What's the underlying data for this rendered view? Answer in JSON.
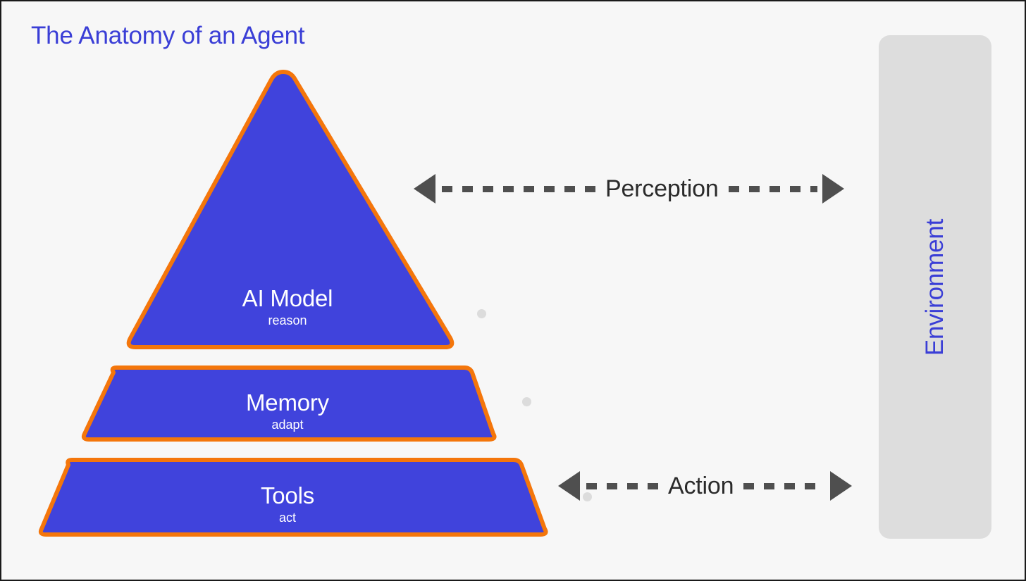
{
  "page": {
    "title": "The Anatomy of an Agent",
    "background_color": "#f7f7f7",
    "border_color": "#1a1a1a"
  },
  "theme": {
    "brand_blue": "#3a3ed6",
    "layer_fill": "#4043dc",
    "layer_stroke": "#f4760b",
    "arrow_gray": "#4f4f4f",
    "panel_gray": "#dddddd",
    "dot_gray": "#dcdcdc",
    "label_text": "#ffffff"
  },
  "pyramid": {
    "layers": [
      {
        "id": "ai-model",
        "title": "AI Model",
        "subtitle": "reason",
        "shape": "triangle"
      },
      {
        "id": "memory",
        "title": "Memory",
        "subtitle": "adapt",
        "shape": "trapezoid"
      },
      {
        "id": "tools",
        "title": "Tools",
        "subtitle": "act",
        "shape": "trapezoid"
      }
    ]
  },
  "flows": [
    {
      "id": "perception",
      "label": "Perception",
      "direction": "bidirectional",
      "style": "dashed",
      "left_arrowhead": "triangle-left-icon",
      "right_arrowhead": "triangle-right-icon"
    },
    {
      "id": "action",
      "label": "Action",
      "direction": "bidirectional",
      "style": "dashed",
      "left_arrowhead": "triangle-left-icon",
      "right_arrowhead": "triangle-right-icon"
    }
  ],
  "environment": {
    "label": "Environment",
    "orientation": "vertical"
  },
  "decorations": {
    "dots": [
      {
        "id": "dot-1"
      },
      {
        "id": "dot-2"
      },
      {
        "id": "dot-3"
      }
    ]
  }
}
